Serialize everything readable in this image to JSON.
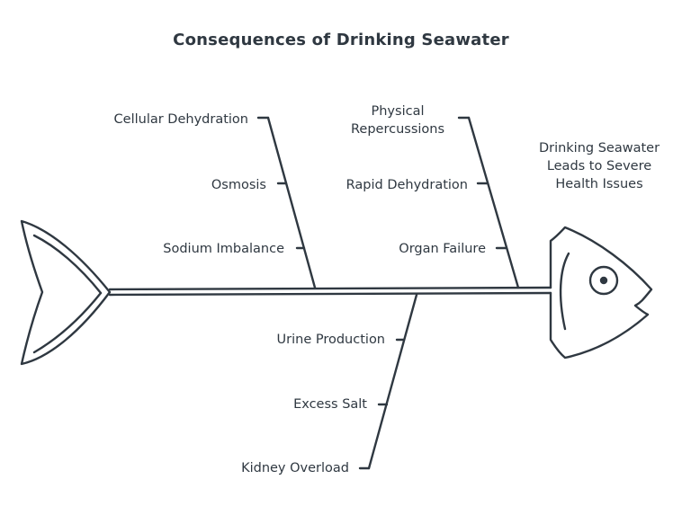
{
  "title": "Consequences of Drinking Seawater",
  "head": {
    "text": "Drinking Seawater Leads to Severe Health Issues"
  },
  "branches": {
    "upper_left": {
      "causes": [
        "Cellular Dehydration",
        "Osmosis",
        "Sodium Imbalance"
      ]
    },
    "upper_right": {
      "causes": [
        "Physical Repercussions",
        "Rapid Dehydration",
        "Organ Failure"
      ]
    },
    "lower": {
      "causes": [
        "Urine Production",
        "Excess Salt",
        "Kidney Overload"
      ]
    }
  },
  "colors": {
    "stroke": "#2f3841",
    "text": "#2f3841",
    "background": "#ffffff"
  }
}
